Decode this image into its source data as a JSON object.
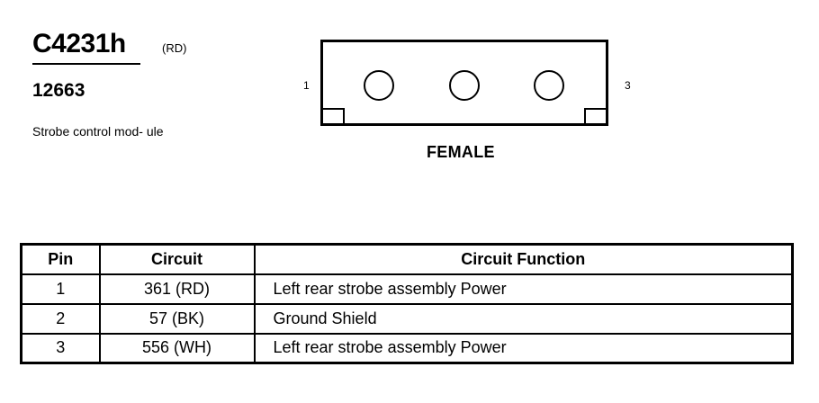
{
  "connector": {
    "id": "C4231h",
    "color_code": "(RD)",
    "part_number": "12663",
    "description": "Strobe control mod- ule",
    "gender": "FEMALE",
    "pin_label_left": "1",
    "pin_label_right": "3"
  },
  "table": {
    "headers": {
      "pin": "Pin",
      "circuit": "Circuit",
      "function": "Circuit Function"
    },
    "rows": [
      {
        "pin": "1",
        "circuit": "361 (RD)",
        "function": "Left rear strobe assembly Power"
      },
      {
        "pin": "2",
        "circuit": "57 (BK)",
        "function": "Ground Shield"
      },
      {
        "pin": "3",
        "circuit": "556 (WH)",
        "function": "Left rear strobe assembly Power"
      }
    ]
  }
}
